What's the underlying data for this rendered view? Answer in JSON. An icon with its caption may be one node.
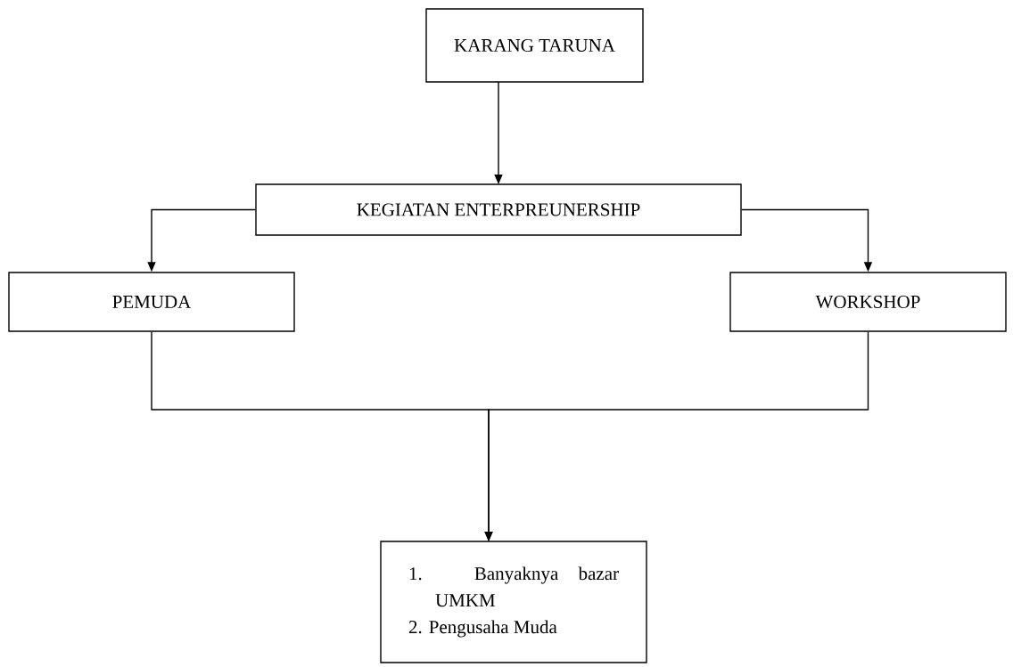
{
  "diagram": {
    "nodes": [
      {
        "text": [
          "KARANG TARUNA"
        ]
      },
      {
        "text": [
          "KEGIATAN ENTERPREUNERSHIP"
        ]
      },
      {
        "text": [
          "PEMUDA"
        ]
      },
      {
        "text": [
          "WORKSHOP"
        ]
      },
      {
        "text": [
          "1. Banyaknya bazar UMKM",
          "2. Pengusaha Muda"
        ]
      }
    ],
    "edges": [
      {
        "from": 0,
        "to": 1,
        "arrow": "to"
      },
      {
        "from": 1,
        "to": 2,
        "arrow": "to"
      },
      {
        "from": 1,
        "to": 3,
        "arrow": "to"
      },
      {
        "from": 2,
        "to": 4,
        "arrow": "to"
      },
      {
        "from": 3,
        "to": 4,
        "arrow": "to"
      }
    ]
  }
}
